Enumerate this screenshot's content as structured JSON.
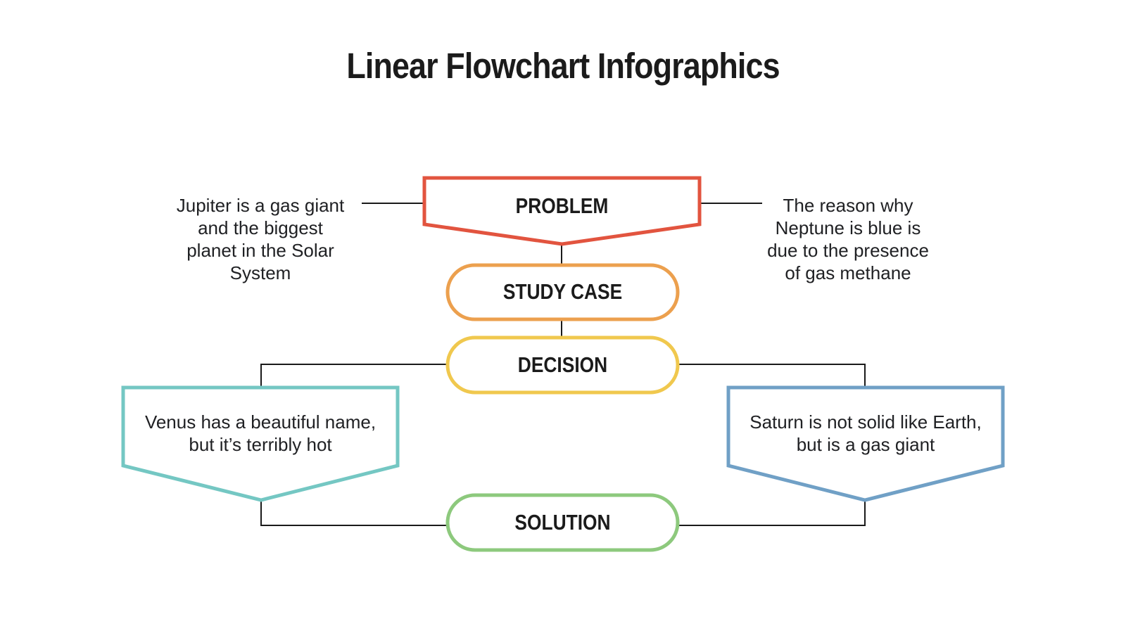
{
  "title": "Linear Flowchart Infographics",
  "background_color": "#FFFFFF",
  "flowchart": {
    "connector_color": "#1A1A1A",
    "node_fill": "#FFFFFF",
    "nodes": [
      {
        "id": "problem",
        "label": "PROBLEM",
        "shape": "banner-pentagon",
        "border_color": "#E2543F"
      },
      {
        "id": "study-case",
        "label": "STUDY CASE",
        "shape": "rounded-pill",
        "border_color": "#ECA04E"
      },
      {
        "id": "decision",
        "label": "DECISION",
        "shape": "rounded-pill",
        "border_color": "#F0C84E"
      },
      {
        "id": "venus-note",
        "label": "Venus has a beautiful name,\nbut it’s terribly hot",
        "shape": "banner-pentagon",
        "border_color": "#74C7C3"
      },
      {
        "id": "saturn-note",
        "label": "Saturn is not solid like Earth,\nbut is a gas giant",
        "shape": "banner-pentagon",
        "border_color": "#70A0C6"
      },
      {
        "id": "solution",
        "label": "SOLUTION",
        "shape": "rounded-pill",
        "border_color": "#8DC97D"
      }
    ],
    "annotations": {
      "left": "Jupiter is a gas giant\nand the biggest\nplanet in the Solar\nSystem",
      "right": "The reason why\nNeptune is blue is\ndue to the presence\nof gas methane"
    }
  }
}
